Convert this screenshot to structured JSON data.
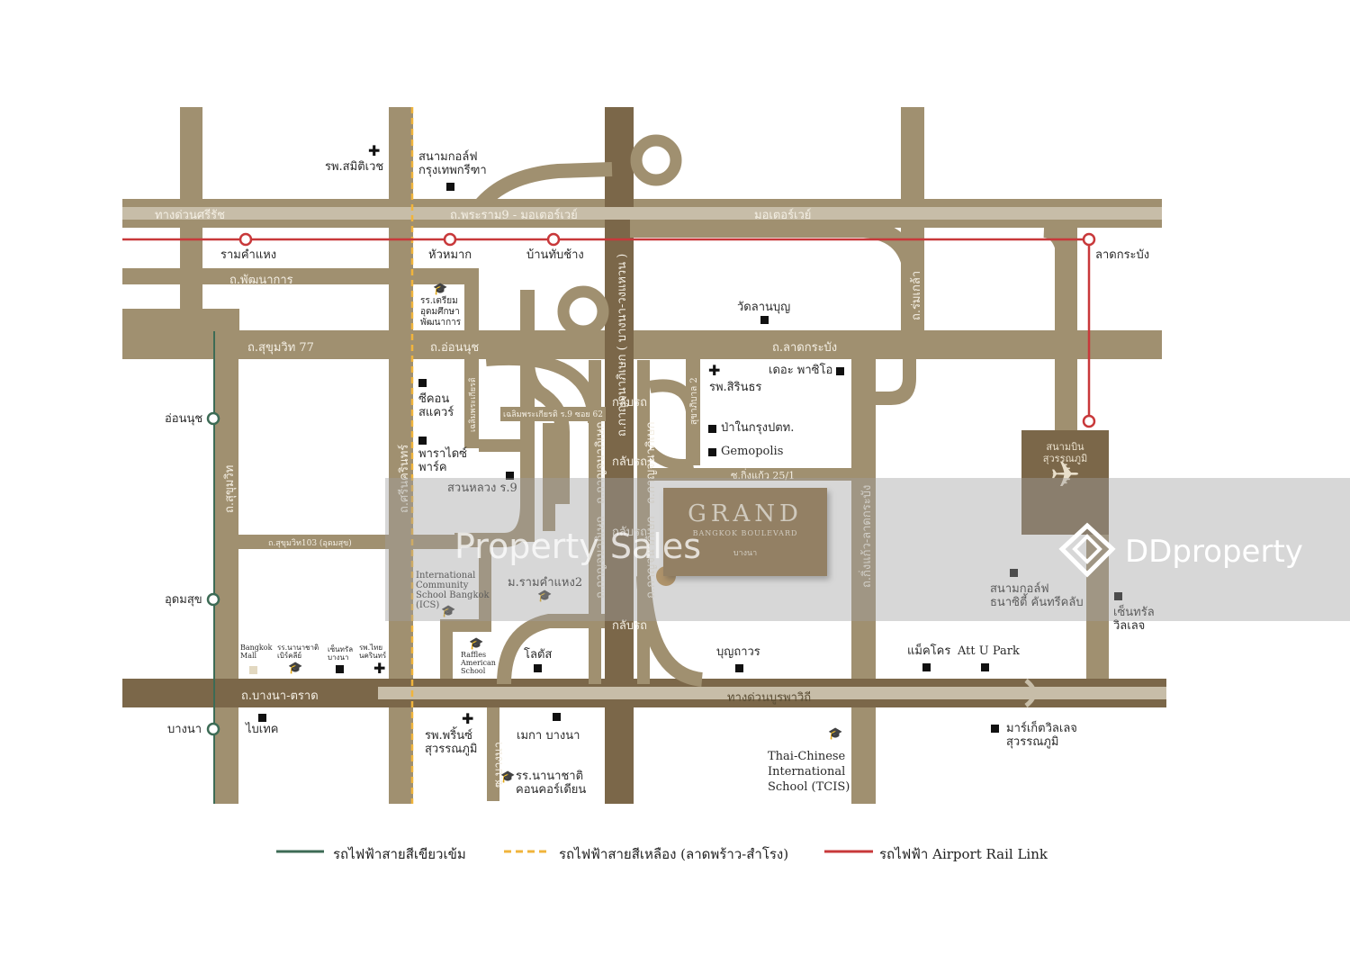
{
  "colors": {
    "road": "#a09070",
    "road_dark": "#7b6749",
    "road_inner": "#c7bda8",
    "green_line": "#3d6b55",
    "yellow_line": "#f0b43c",
    "red_line": "#c8383a",
    "brand_box": "#8a6a3a",
    "airport_box": "#7b6749"
  },
  "brand": {
    "title": "GRAND",
    "subtitle": "BANGKOK BOULEVARD",
    "tagline": "บางนา"
  },
  "airport": {
    "name_line1": "สนามบิน",
    "name_line2": "สุวรรณภูมิ",
    "icon": "airplane-icon"
  },
  "watermark": {
    "text": "Property Sales",
    "brand": "DDproperty"
  },
  "roads": {
    "srirat": "ทางด่วนศรีรัช",
    "rama9": "ถ.พระราม9 - มอเตอร์เวย์",
    "motorway": "มอเตอร์เวย์",
    "phatthanakan": "ถ.พัฒนาการ",
    "sukhumvit77": "ถ.สุขุมวิท 77",
    "onnut": "ถ.อ่อนนุช",
    "latkrabang": "ถ.ลาดกระบัง",
    "sukhumvit": "ถ.สุขุมวิท",
    "srinakarin": "ถ.ศรีนครินทร์",
    "kanchanaphisek": "ถ.กาญจนาภิเษก ( บางนา-วงแหวน )",
    "romklao": "ถ.ร่มเกล้า",
    "kingkaew": "ถ.กิ่งแก้ว-ลาดกระบัง",
    "kingkaew251": "ซ.กิ่งแก้ว 25/1",
    "sukhaphiban2": "สุขาภิบาล 2",
    "chalerm62": "เฉลิมพระเกียรติ ร.9 ซอย 62",
    "chalerm": "เฉลิมพระเกียรติ",
    "sukhumvit103": "ถ.สุขุมวิท103 (อุดมสุข)",
    "bangna_trat": "ถ.บางนา-ตราด",
    "burapha": "ทางด่วนบูรพาวิถี",
    "bypass1": "กลับรถ",
    "bypass2": "กลับรถ",
    "bypass3": "กลับรถ",
    "bypass4": "กลับรถ",
    "kanchana_in1": "ถ.กาญจนาภิเษก",
    "kanchana_in2": "ถ.กาญจนาภิเษก",
    "kanchana_in3": "ถ.กาญจนาภิเษก",
    "kanchana_in4": "ถ.กาญจนาภิเษก",
    "sub_bangna": "ซ.บางนา"
  },
  "stations": {
    "ramkhamhaeng": "รามคำแหง",
    "huamak": "หัวหมาก",
    "banthapchang": "บ้านทับช้าง",
    "latkrabang": "ลาดกระบัง",
    "onnut": "อ่อนนุช",
    "udomsuk": "อุดมสุข",
    "bangna": "บางนา"
  },
  "places": {
    "samitivej": "รพ.สมิติเวช",
    "golf_krungthep": "สนามกอล์ฟ\nกรุงเทพกรีฑา",
    "triam": "รร.เตรียม\nอุดมศึกษา\nพัฒนาการ",
    "watlanboon": "วัดลานบุญ",
    "paseo": "เดอะ พาซิโอ",
    "sirindhorn": "รพ.สิรินธร",
    "pa_krung": "ป่าในกรุงปตท.",
    "gemopolis": "Gemopolis",
    "seacon": "ซีคอน\nสแควร์",
    "paradise": "พาราไดซ์\nพาร์ค",
    "suanluang": "สวนหลวง ร.9",
    "ramkhamhaeng2": "ม.รามคำแหง2",
    "ics": "International\nCommunity\nSchool Bangkok\n(ICS)",
    "raffles": "Raffles\nAmerican\nSchool",
    "lotus": "โลตัส",
    "boonthavorn": "บุญถาวร",
    "makro": "แม็คโคร",
    "att_u_park": "Att U Park",
    "golf_thanaciti": "สนามกอล์ฟ\nธนาซิตี้ คันทรีคลับ",
    "central_village": "เซ็นทรัล\nวิลเลจ",
    "bangkok_mall": "Bangkok\nMall",
    "bearsted": "รร.นานาชาติ\nเบิร์คลีย์",
    "central_bangna": "เซ็นทรัล\nบางนา",
    "thainakarin": "รพ.ไทย\nนครินทร์",
    "bitec": "ไบเทค",
    "princ": "รพ.พริ้นซ์\nสุวรรณภูมิ",
    "mega_bangna": "เมกา บางนา",
    "concordian": "รร.นานาชาติ\nคอนคอร์เดียน",
    "tcis": "Thai-Chinese\nInternational\nSchool (TCIS)",
    "market_village": "มาร์เก็ตวิลเลจ\nสุวรรณภูมิ"
  },
  "legend": {
    "green": "รถไฟฟ้าสายสีเขียวเข้ม",
    "yellow": "รถไฟฟ้าสายสีเหลือง (ลาดพร้าว-สำโรง)",
    "red": "รถไฟฟ้า Airport Rail Link"
  }
}
